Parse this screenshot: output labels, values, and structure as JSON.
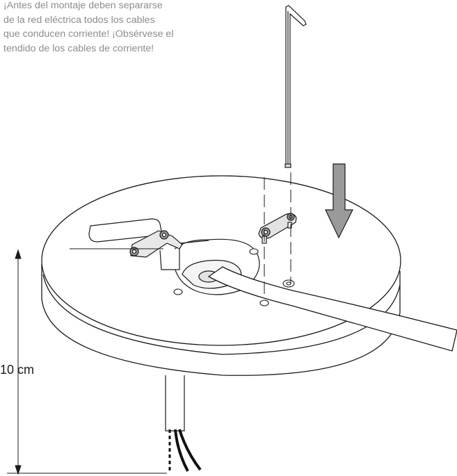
{
  "warning": {
    "lines": [
      "¡Antes del montaje deben separarse",
      "de la red eléctrica todos los cables",
      "que conducen corriente! ¡Obsérvese el",
      "tendido de los cables de corriente!"
    ]
  },
  "dimension": {
    "label": "10 cm"
  },
  "icons": {
    "hex_key": "allen-key-icon",
    "arrow": "down-arrow-icon"
  },
  "colors": {
    "line": "#1a1a1a",
    "text_gray": "#8c8c8c",
    "arrow_fill": "#9a9a9a",
    "bracket_fill": "#c8c8c8"
  }
}
